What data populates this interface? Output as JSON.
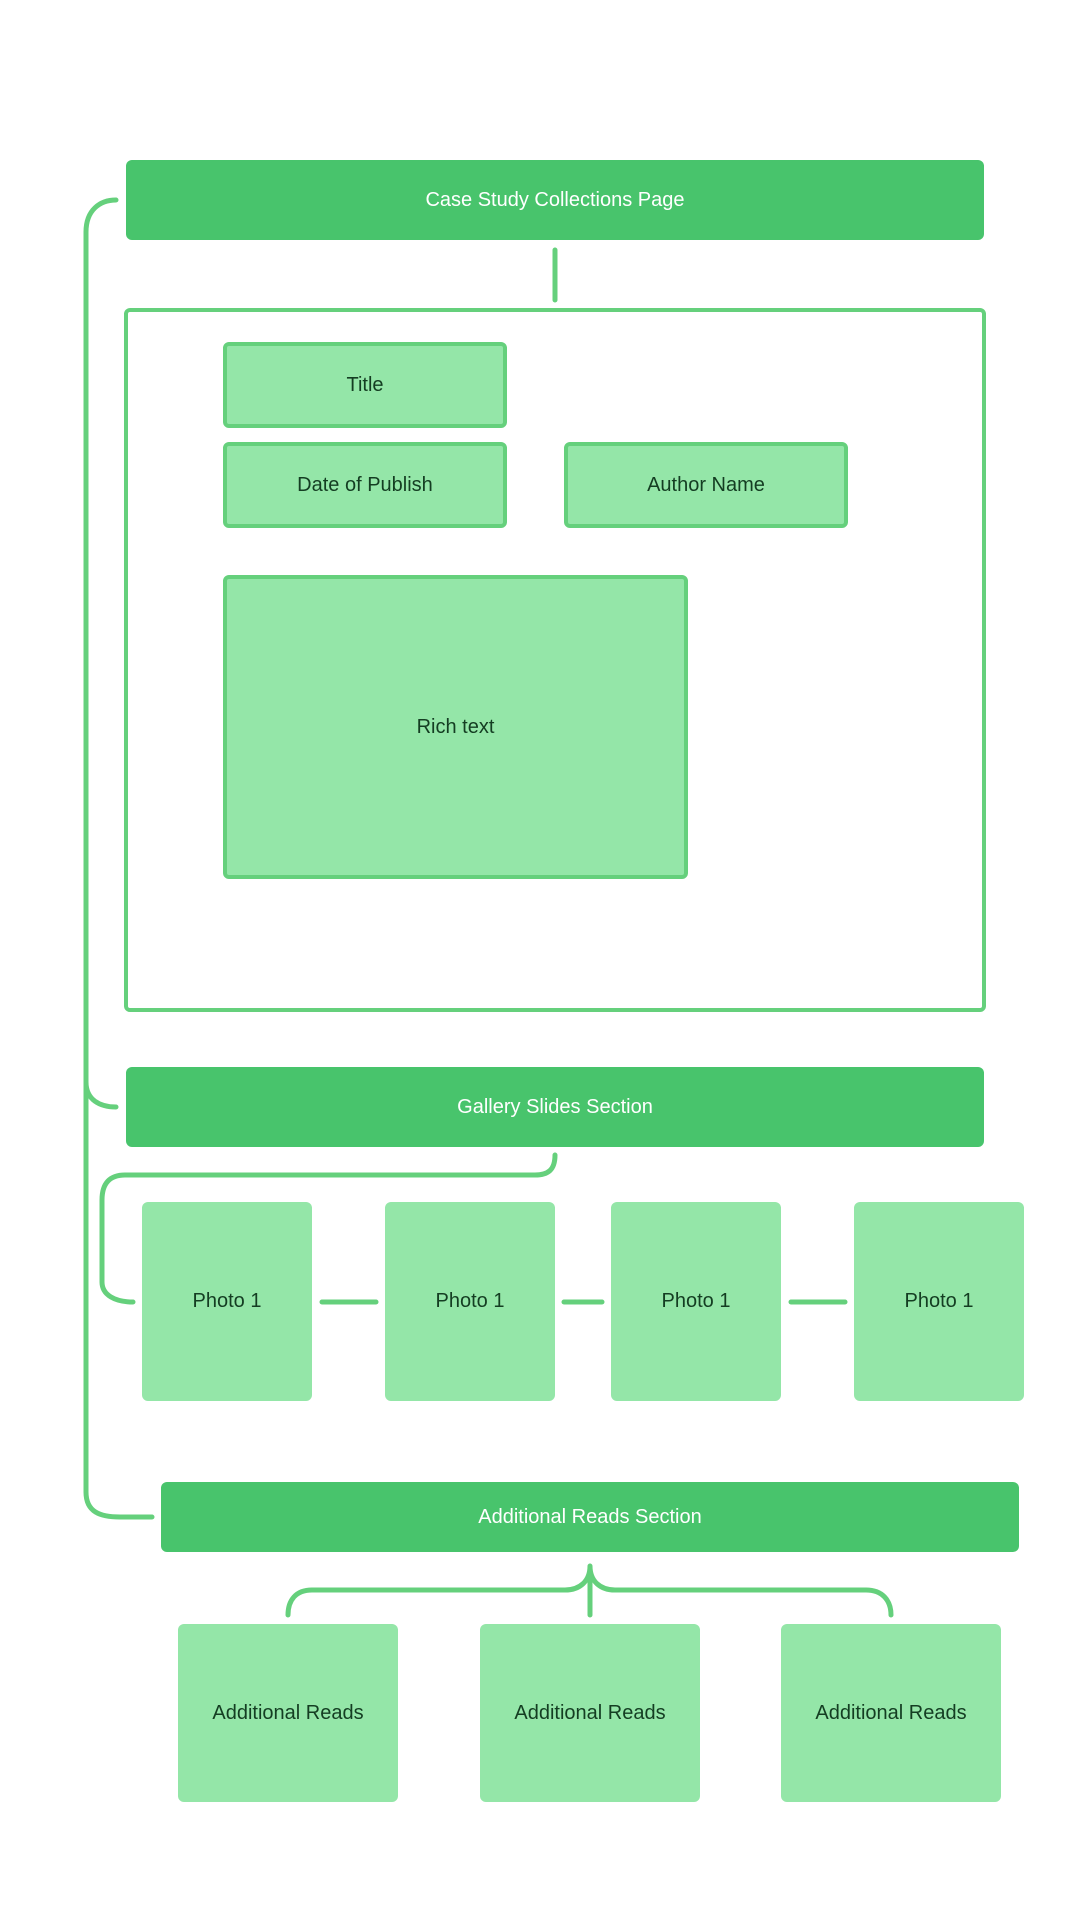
{
  "colors": {
    "section_fill": "#48c46c",
    "field_fill": "#94e6a8",
    "connector": "#65d07c",
    "section_text": "#ffffff",
    "field_text": "#143d22"
  },
  "sections": {
    "page": "Case Study Collections Page",
    "gallery": "Gallery Slides Section",
    "additional": "Additional Reads Section"
  },
  "fields": {
    "title": "Title",
    "date": "Date of Publish",
    "author": "Author Name",
    "rich_text": "Rich text"
  },
  "gallery_items": [
    "Photo 1",
    "Photo 1",
    "Photo 1",
    "Photo 1"
  ],
  "additional_items": [
    "Additional Reads",
    "Additional Reads",
    "Additional Reads"
  ]
}
